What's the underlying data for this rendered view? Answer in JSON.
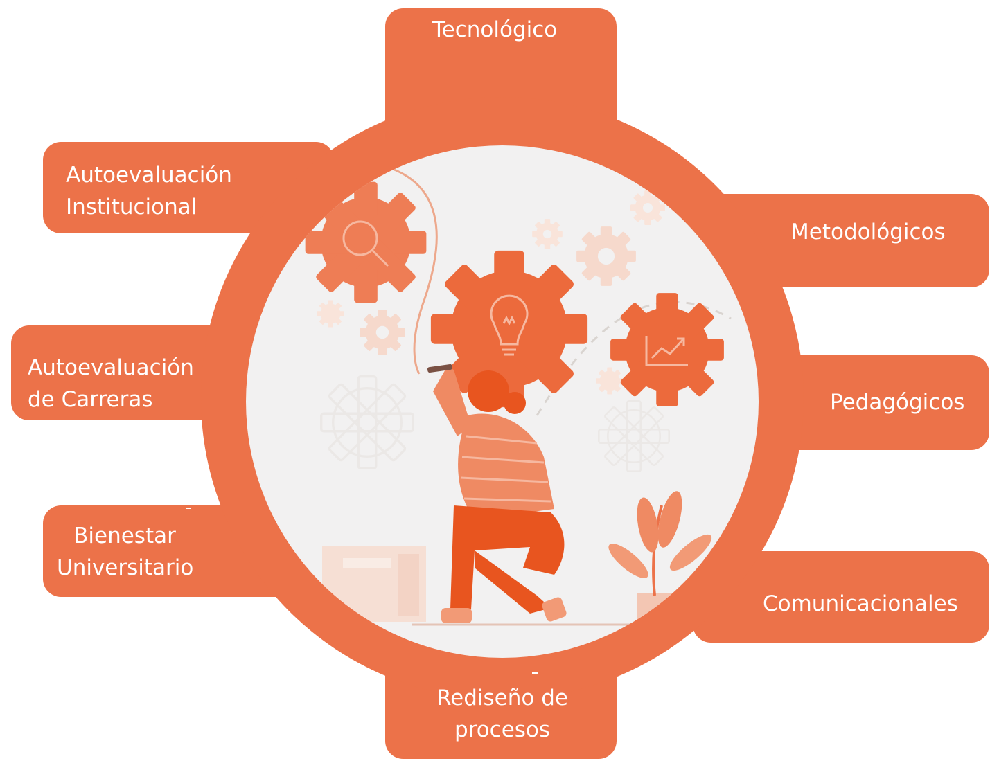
{
  "colors": {
    "accent": "#ec7249",
    "accent_dark": "#e8551f",
    "center_bg": "#f2f1f1",
    "text": "#ffffff"
  },
  "labels": {
    "tecnologico": "Tecnológico",
    "autoeval_inst_1": "Autoevaluación",
    "autoeval_inst_2": "Institucional",
    "metodologicos": "Metodológicos",
    "autoeval_carr_1": "Autoevaluación",
    "autoeval_carr_2": "de Carreras",
    "pedagogicos": "Pedagógicos",
    "bienestar_1": "Bienestar",
    "bienestar_2": "Universitario",
    "comunicacionales": "Comunicacionales",
    "rediseno_1": "Rediseño de",
    "rediseno_2": "procesos"
  },
  "icons": [
    "magnifier-icon",
    "lightbulb-icon",
    "growth-chart-icon",
    "gear-icon",
    "plant-icon"
  ]
}
